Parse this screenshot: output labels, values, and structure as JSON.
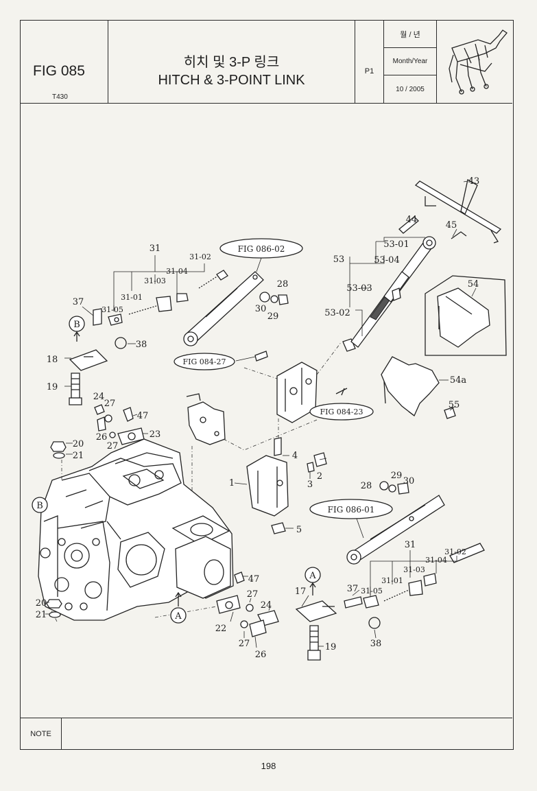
{
  "header": {
    "fig_no": "FIG 085",
    "model": "T430",
    "title_ko": "히치 및 3-P 링크",
    "title_en": "HITCH & 3-POINT LINK",
    "page": "P1",
    "date_label_ko": "월 / 년",
    "date_label_en": "Month/Year",
    "date_value": "10 / 2005",
    "thumbnail_icon": "tractor-hitch-thumbnail-icon"
  },
  "references": {
    "fig_086_02": "FIG 086-02",
    "fig_086_01": "FIG 086-01",
    "fig_084_27": "FIG 084-27",
    "fig_084_23": "FIG 084-23"
  },
  "view_markers": {
    "a": "A",
    "b": "B"
  },
  "callouts": {
    "p1": "1",
    "p2": "2",
    "p3": "3",
    "p4": "4",
    "p5": "5",
    "p17": "17",
    "p18": "18",
    "p19a": "19",
    "p19b": "19",
    "p20a": "20",
    "p20b": "20",
    "p21a": "21",
    "p21b": "21",
    "p22": "22",
    "p23": "23",
    "p24a": "24",
    "p24b": "24",
    "p26a": "26",
    "p26b": "26",
    "p27a": "27",
    "p27b": "27",
    "p27c": "27",
    "p27d": "27",
    "p28a": "28",
    "p28b": "28",
    "p29a": "29",
    "p29b": "29",
    "p30a": "30",
    "p30b": "30",
    "p31a": "31",
    "p31_01a": "31-01",
    "p31_02a": "31-02",
    "p31_03a": "31-03",
    "p31_04a": "31-04",
    "p31_05a": "31-05",
    "p31b": "31",
    "p31_01b": "31-01",
    "p31_02b": "31-02",
    "p31_03b": "31-03",
    "p31_04b": "31-04",
    "p31_05b": "31-05",
    "p37a": "37",
    "p37b": "37",
    "p38a": "38",
    "p38b": "38",
    "p43": "43",
    "p44": "44",
    "p45": "45",
    "p47a": "47",
    "p47b": "47",
    "p53": "53",
    "p53_01": "53-01",
    "p53_02": "53-02",
    "p53_03": "53-03",
    "p53_04": "53-04",
    "p54": "54",
    "p54a": "54a",
    "p55": "55"
  },
  "note": {
    "label": "NOTE",
    "value": ""
  },
  "page_number": "198"
}
